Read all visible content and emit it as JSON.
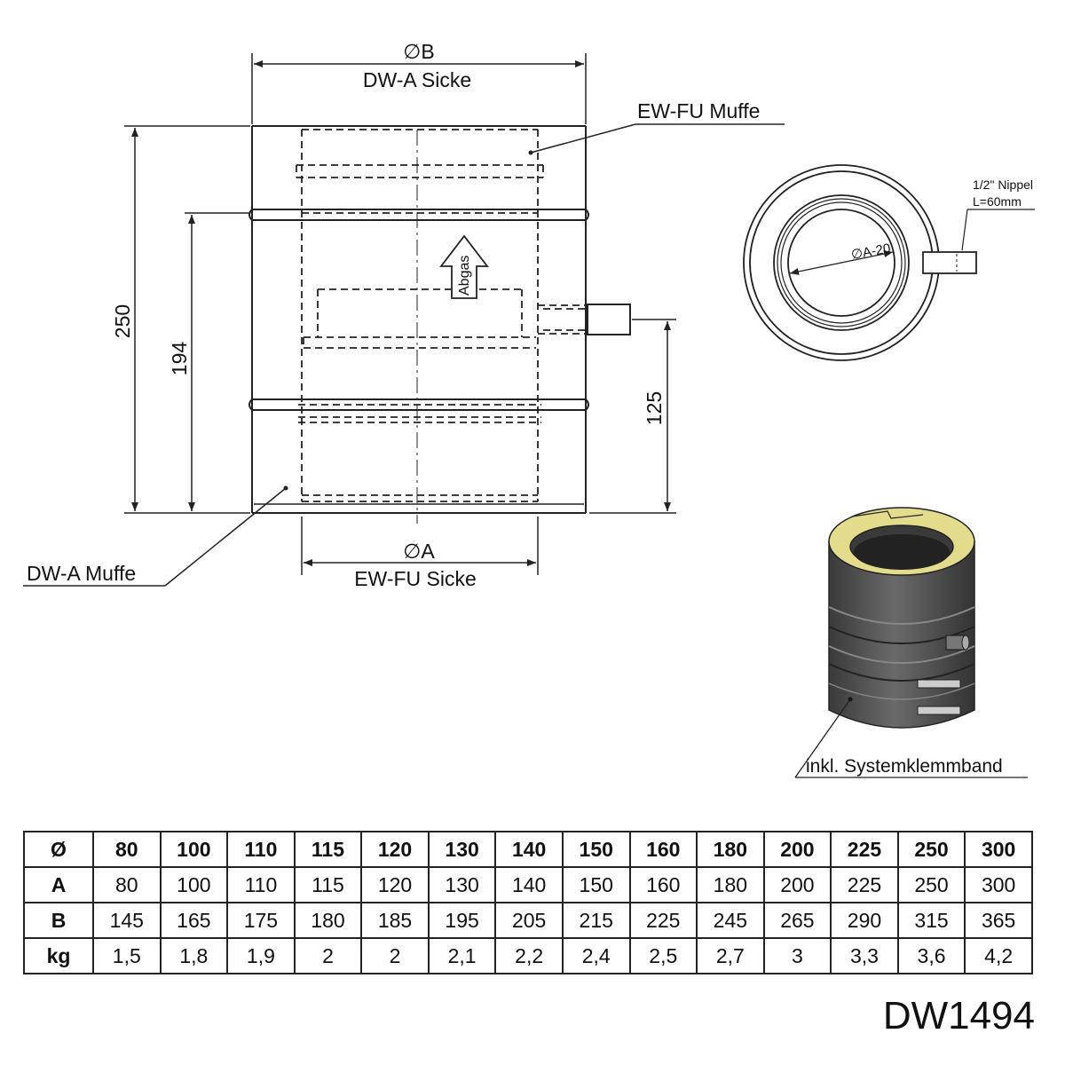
{
  "labels": {
    "dia_b": "∅B",
    "dw_a_sicke": "DW-A Sicke",
    "ew_fu_muffe": "EW-FU Muffe",
    "dw_a_muffe": "DW-A Muffe",
    "dia_a": "∅A",
    "ew_fu_sicke": "EW-FU Sicke",
    "dim_250": "250",
    "dim_194": "194",
    "dim_125": "125",
    "abgas": "Abgas",
    "dia_a20": "∅A-20",
    "nippel_line1": "1/2\" Nippel",
    "nippel_line2": "L=60mm",
    "klemmband": "inkl. Systemklemmband"
  },
  "table": {
    "header": [
      "Ø",
      "80",
      "100",
      "110",
      "115",
      "120",
      "130",
      "140",
      "150",
      "160",
      "180",
      "200",
      "225",
      "250",
      "300"
    ],
    "rows": [
      [
        "A",
        "80",
        "100",
        "110",
        "115",
        "120",
        "130",
        "140",
        "150",
        "160",
        "180",
        "200",
        "225",
        "250",
        "300"
      ],
      [
        "B",
        "145",
        "165",
        "175",
        "180",
        "185",
        "195",
        "205",
        "215",
        "225",
        "245",
        "265",
        "290",
        "315",
        "365"
      ],
      [
        "kg",
        "1,5",
        "1,8",
        "1,9",
        "2",
        "2",
        "2,1",
        "2,2",
        "2,4",
        "2,5",
        "2,7",
        "3",
        "3,3",
        "3,6",
        "4,2"
      ]
    ]
  },
  "product_code": "DW1494",
  "colors": {
    "line": "#222222",
    "insulation": "#e3dc8c",
    "pipe_dark": "#4a4a4a",
    "pipe_mid": "#5c5c5c"
  }
}
